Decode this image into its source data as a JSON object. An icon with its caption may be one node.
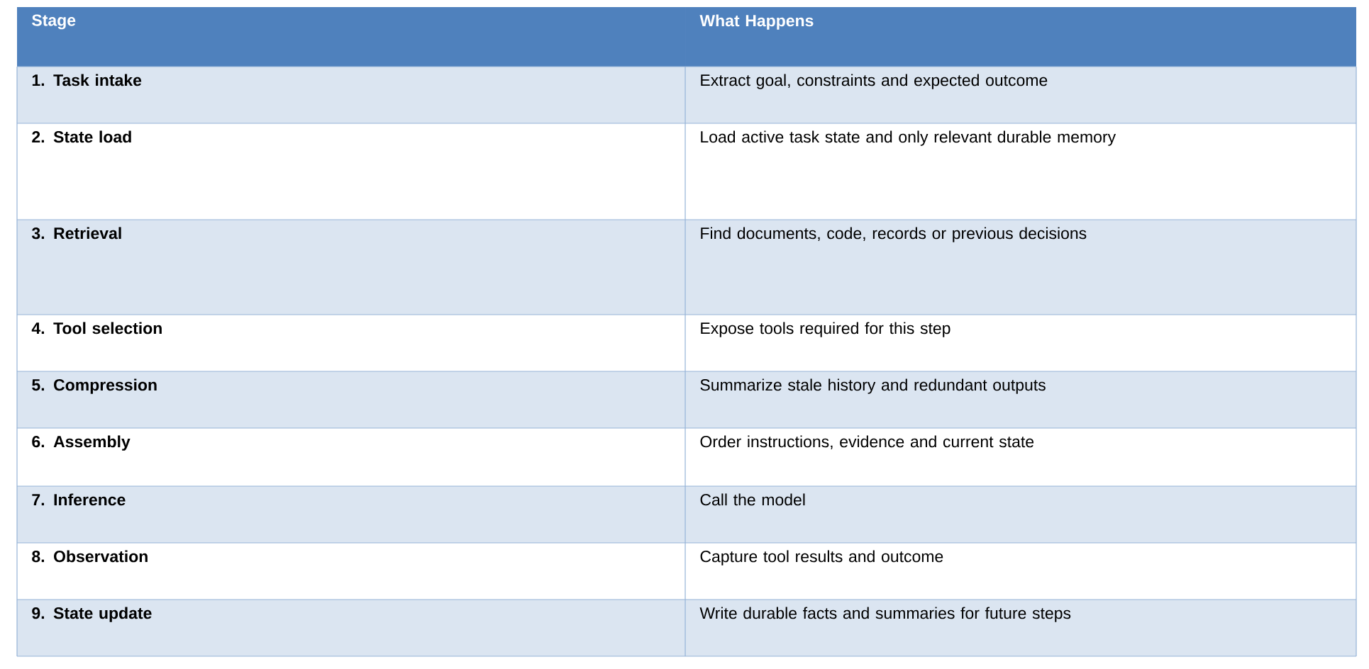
{
  "diagram": {
    "labels": [
      "Stage",
      "What Happens",
      "1. Task intake",
      "Extract goal, constraints and expected outcome",
      "2. State load",
      "Load active task state and only relevant durable memory",
      "3. Retrieval",
      "Find documents, code, records or previous decisions",
      "4. Tool selection",
      "Expose tools required for this step",
      "5. Compression",
      "Summarize stale history and redundant outputs",
      "6. Assembly",
      "Order instructions, evidence and current state",
      "7. Inference",
      "Call the model",
      "8. Observation",
      "Capture tool results and outcome",
      "9. State update",
      "Write durable facts and summaries for future steps"
    ]
  }
}
